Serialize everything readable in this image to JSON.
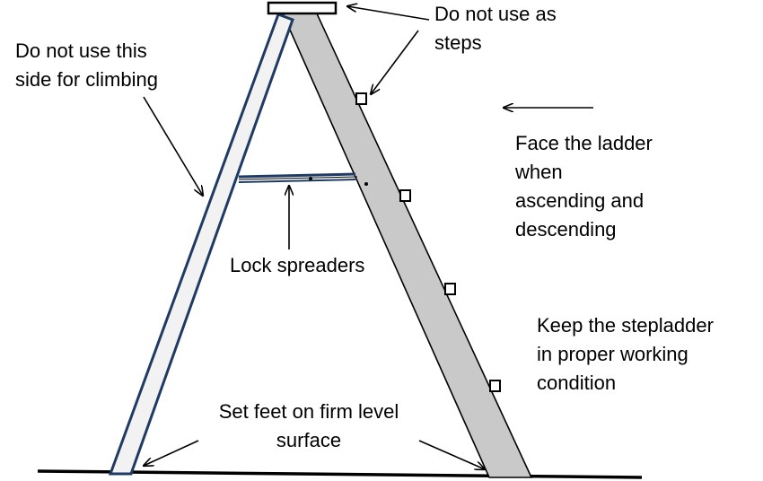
{
  "colors": {
    "rear_leg_outline": "#1f3b63",
    "rear_leg_fill": "#f2f2f2",
    "front_leg_fill": "#c9c9c9",
    "ink": "#000000"
  },
  "labels": {
    "do_not_use_as_steps": [
      "Do not use as",
      "steps"
    ],
    "do_not_use_this_side": [
      "Do not use this",
      "side for climbing"
    ],
    "face_the_ladder": [
      "Face the ladder",
      "when",
      "ascending and",
      "descending"
    ],
    "lock_spreaders": "Lock spreaders",
    "keep_in_condition": [
      "Keep the stepladder",
      "in proper working",
      "condition"
    ],
    "set_feet": [
      "Set feet on firm level",
      "surface"
    ]
  },
  "icons": {
    "arrow": "line-arrow",
    "ladder": "stepladder"
  }
}
